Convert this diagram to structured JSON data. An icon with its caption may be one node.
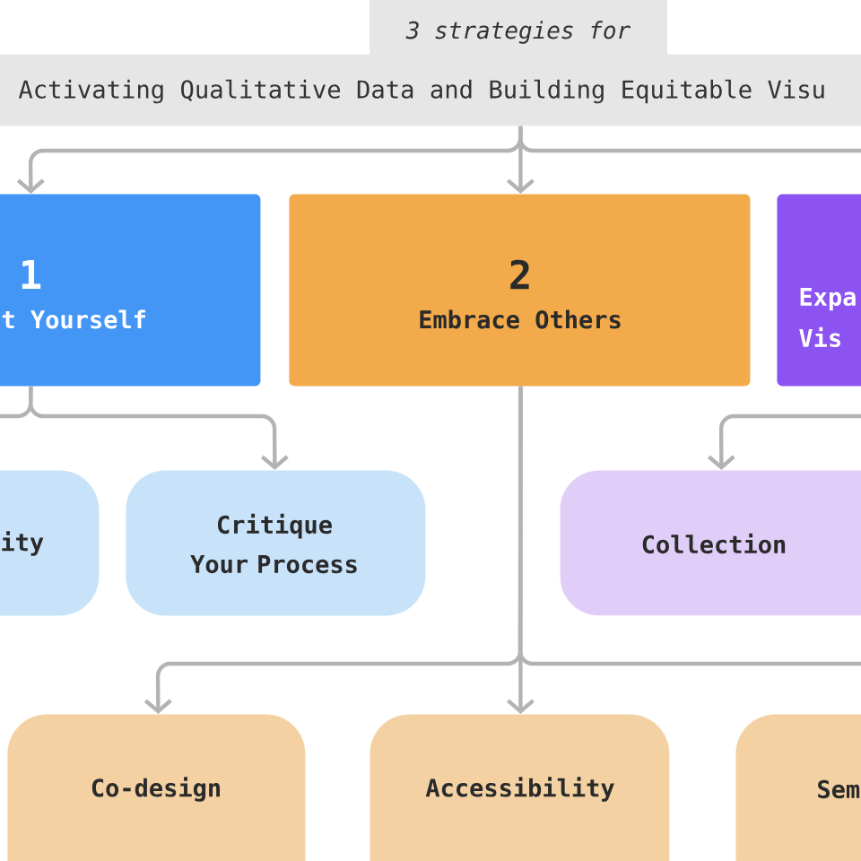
{
  "diagram": {
    "nodes": [
      {
        "text": [
          "3 strategies for",
          "Activating Qualitative Data and Building Equitable Visu"
        ]
      },
      {
        "text": [
          "1",
          "t Yourself"
        ]
      },
      {
        "text": [
          "2",
          "Embrace Others"
        ]
      },
      {
        "text": [
          "Expa Vis"
        ]
      },
      {
        "text": [
          "ity"
        ]
      },
      {
        "text": [
          "Critique Your Process"
        ]
      },
      {
        "text": [
          "Collection"
        ]
      },
      {
        "text": [
          "Co-design"
        ]
      },
      {
        "text": [
          "Accessibility"
        ]
      },
      {
        "text": [
          "Sem"
        ]
      }
    ],
    "edges": [
      {
        "from": 0,
        "to": 1,
        "arrow": "to"
      },
      {
        "from": 0,
        "to": 2,
        "arrow": "to"
      },
      {
        "from": 0,
        "to": null,
        "arrow": "none"
      },
      {
        "from": 1,
        "to": 5,
        "arrow": "to"
      },
      {
        "from": 1,
        "to": null,
        "arrow": "none"
      },
      {
        "from": null,
        "to": 6,
        "arrow": "to"
      },
      {
        "from": 2,
        "to": 7,
        "arrow": "to"
      },
      {
        "from": 2,
        "to": 8,
        "arrow": "to"
      },
      {
        "from": 2,
        "to": null,
        "arrow": "none"
      }
    ]
  }
}
